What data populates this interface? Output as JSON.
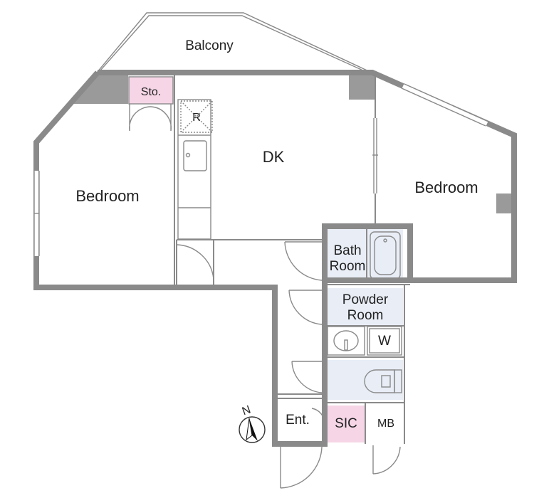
{
  "rooms": {
    "balcony": "Balcony",
    "storage": "Sto.",
    "refrigerator": "R",
    "dk": "DK",
    "bedroom_left": "Bedroom",
    "bedroom_right": "Bedroom",
    "bath_line1": "Bath",
    "bath_line2": "Room",
    "powder_line1": "Powder",
    "powder_line2": "Room",
    "washer": "W",
    "entrance": "Ent.",
    "sic": "SIC",
    "mb": "MB"
  },
  "compass": {
    "north": "N"
  },
  "colors": {
    "wall": "#8a8a8a",
    "pillar": "#9a9a9a",
    "storage_fill": "#f6d6e6",
    "wet_area_fill": "#e8edf6"
  }
}
